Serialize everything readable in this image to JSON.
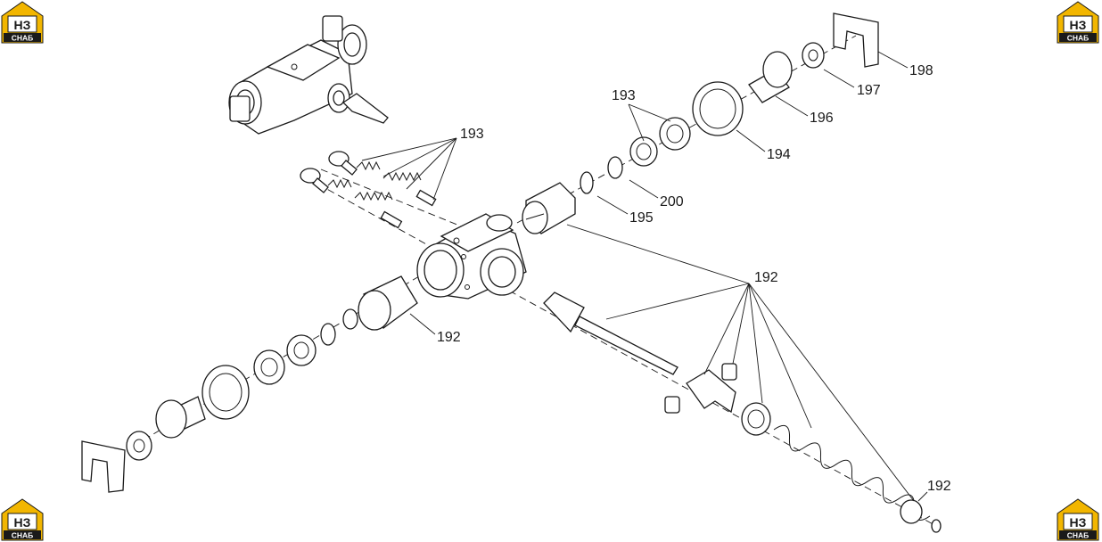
{
  "brand": {
    "logo_top": "НЗ",
    "logo_bottom": "СНАБ",
    "colors": {
      "accent": "#f2b600",
      "dark": "#1a1a1a",
      "paper": "#ffffff"
    }
  },
  "callouts": [
    {
      "id": "c198",
      "label": "198"
    },
    {
      "id": "c197",
      "label": "197"
    },
    {
      "id": "c196",
      "label": "196"
    },
    {
      "id": "c194",
      "label": "194"
    },
    {
      "id": "c193a",
      "label": "193"
    },
    {
      "id": "c193b",
      "label": "193"
    },
    {
      "id": "c200",
      "label": "200"
    },
    {
      "id": "c195",
      "label": "195"
    },
    {
      "id": "c192a",
      "label": "192"
    },
    {
      "id": "c192b",
      "label": "192"
    },
    {
      "id": "c192c",
      "label": "192"
    }
  ]
}
